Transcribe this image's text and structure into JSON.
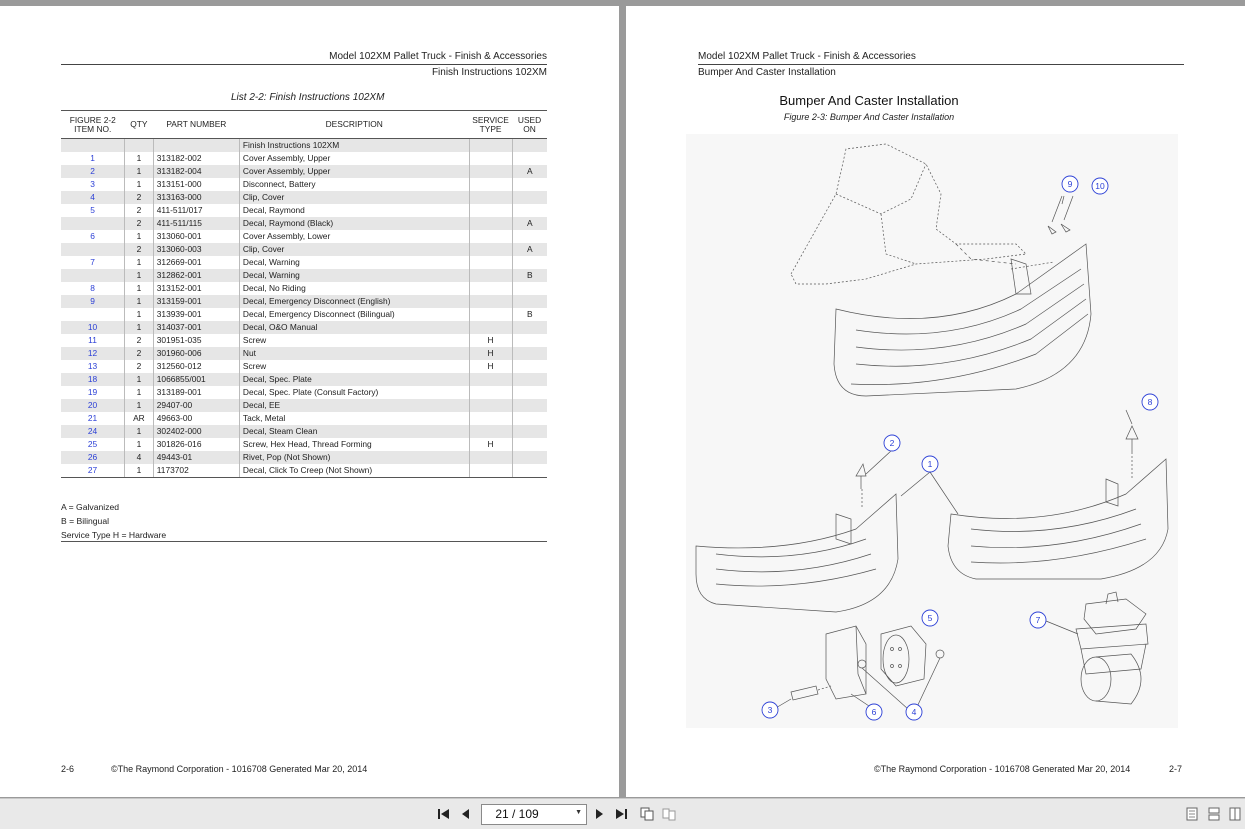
{
  "left_page": {
    "header_line1": "Model 102XM Pallet Truck - Finish & Accessories",
    "header_line2": "Finish Instructions 102XM",
    "list_title": "List 2-2: Finish Instructions 102XM",
    "columns": [
      "FIGURE 2-2 ITEM NO.",
      "QTY",
      "PART NUMBER",
      "DESCRIPTION",
      "SERVICE TYPE",
      "USED ON"
    ],
    "rows": [
      [
        "",
        "",
        "",
        "Finish Instructions 102XM",
        "",
        ""
      ],
      [
        "1",
        "1",
        "313182-002",
        "Cover Assembly, Upper",
        "",
        ""
      ],
      [
        "2",
        "1",
        "313182-004",
        "Cover Assembly, Upper",
        "",
        "A"
      ],
      [
        "3",
        "1",
        "313151-000",
        "Disconnect, Battery",
        "",
        ""
      ],
      [
        "4",
        "2",
        "313163-000",
        "Clip, Cover",
        "",
        ""
      ],
      [
        "5",
        "2",
        "411-511/017",
        "Decal, Raymond",
        "",
        ""
      ],
      [
        "",
        "2",
        "411-511/115",
        "Decal, Raymond (Black)",
        "",
        "A"
      ],
      [
        "6",
        "1",
        "313060-001",
        "Cover Assembly, Lower",
        "",
        ""
      ],
      [
        "",
        "2",
        "313060-003",
        "Clip, Cover",
        "",
        "A"
      ],
      [
        "7",
        "1",
        "312669-001",
        "Decal, Warning",
        "",
        ""
      ],
      [
        "",
        "1",
        "312862-001",
        "Decal, Warning",
        "",
        "B"
      ],
      [
        "8",
        "1",
        "313152-001",
        "Decal, No Riding",
        "",
        ""
      ],
      [
        "9",
        "1",
        "313159-001",
        "Decal, Emergency Disconnect (English)",
        "",
        ""
      ],
      [
        "",
        "1",
        "313939-001",
        "Decal, Emergency Disconnect (Bilingual)",
        "",
        "B"
      ],
      [
        "10",
        "1",
        "314037-001",
        "Decal, O&O Manual",
        "",
        ""
      ],
      [
        "11",
        "2",
        "301951-035",
        "Screw",
        "H",
        ""
      ],
      [
        "12",
        "2",
        "301960-006",
        "Nut",
        "H",
        ""
      ],
      [
        "13",
        "2",
        "312560-012",
        "Screw",
        "H",
        ""
      ],
      [
        "18",
        "1",
        "1066855/001",
        "Decal, Spec. Plate",
        "",
        ""
      ],
      [
        "19",
        "1",
        "313189-001",
        "Decal, Spec. Plate (Consult Factory)",
        "",
        ""
      ],
      [
        "20",
        "1",
        "29407-00",
        "Decal, EE",
        "",
        ""
      ],
      [
        "21",
        "AR",
        "49663-00",
        "Tack, Metal",
        "",
        ""
      ],
      [
        "24",
        "1",
        "302402-000",
        "Decal, Steam Clean",
        "",
        ""
      ],
      [
        "25",
        "1",
        "301826-016",
        "Screw, Hex Head, Thread Forming",
        "H",
        ""
      ],
      [
        "26",
        "4",
        "49443-01",
        "Rivet, Pop (Not Shown)",
        "",
        ""
      ],
      [
        "27",
        "1",
        "1173702",
        "Decal, Click To Creep (Not Shown)",
        "",
        ""
      ]
    ],
    "notes": [
      "A = Galvanized",
      "B = Bilingual",
      "Service Type H = Hardware"
    ],
    "footer_page": "2-6",
    "footer_text": "©The Raymond Corporation - 1016708 Generated Mar 20, 2014"
  },
  "right_page": {
    "header_line1": "Model 102XM Pallet Truck - Finish & Accessories",
    "header_line2": "Bumper And Caster Installation",
    "title": "Bumper And Caster Installation",
    "caption": "Figure 2-3: Bumper And Caster Installation",
    "callouts": [
      "9",
      "10",
      "8",
      "2",
      "1",
      "5",
      "7",
      "3",
      "6",
      "4"
    ],
    "footer_text": "©The Raymond Corporation - 1016708 Generated Mar 20, 2014",
    "footer_page": "2-7"
  },
  "toolbar": {
    "page_value": "21 / 109"
  }
}
